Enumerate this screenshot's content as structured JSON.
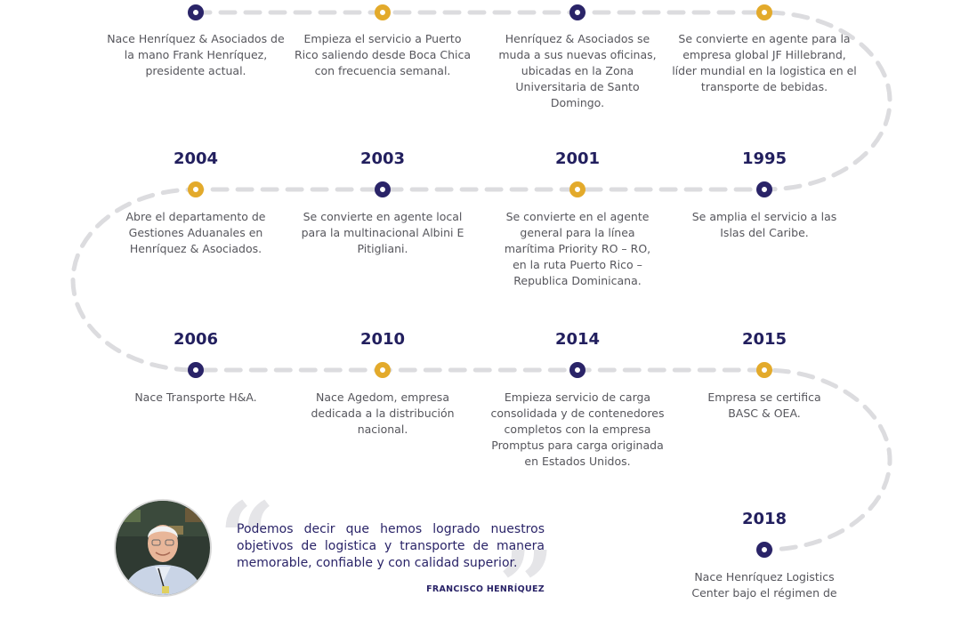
{
  "timeline": {
    "row1": [
      {
        "desc": "Nace Henríquez & Asociados de la mano Frank Henríquez, presidente actual.",
        "node_color": "#2a2468"
      },
      {
        "desc": "Empieza el servicio a Puerto Rico saliendo desde Boca Chica con frecuencia semanal.",
        "node_color": "#e3aa2b"
      },
      {
        "desc": "Henríquez & Asociados se muda a sus nuevas oficinas, ubicadas en la Zona Universitaria de Santo Domingo.",
        "node_color": "#2a2468"
      },
      {
        "desc": "Se convierte en agente para la empresa global JF Hillebrand, líder mundial en la logistica en el transporte de bebidas.",
        "node_color": "#e3aa2b"
      }
    ],
    "row2": [
      {
        "year": "2004",
        "desc": "Abre el departamento de Gestiones Aduanales en Henríquez & Asociados.",
        "node_color": "#e3aa2b"
      },
      {
        "year": "2003",
        "desc": "Se convierte en agente local para la multinacional Albini E Pitigliani.",
        "node_color": "#2a2468"
      },
      {
        "year": "2001",
        "desc": "Se convierte en el agente general para la línea marítima Priority RO – RO, en la ruta Puerto Rico – Republica Dominicana.",
        "node_color": "#e3aa2b"
      },
      {
        "year": "1995",
        "desc": "Se amplia el servicio a las Islas del Caribe.",
        "node_color": "#2a2468"
      }
    ],
    "row3": [
      {
        "year": "2006",
        "desc": "Nace Transporte H&A.",
        "node_color": "#2a2468"
      },
      {
        "year": "2010",
        "desc": "Nace Agedom, empresa dedicada a la distribución nacional.",
        "node_color": "#e3aa2b"
      },
      {
        "year": "2014",
        "desc": "Empieza servicio de carga consolidada y de contenedores completos con la empresa Promptus para carga originada en Estados Unidos.",
        "node_color": "#2a2468"
      },
      {
        "year": "2015",
        "desc": "Empresa se certifica BASC & OEA.",
        "node_color": "#e3aa2b"
      }
    ],
    "row4": [
      {
        "year": "2018",
        "desc": "Nace Henríquez Logistics Center bajo el régimen de",
        "node_color": "#2a2468"
      }
    ]
  },
  "quote": {
    "text": "Podemos decir que hemos logrado nuestros objetivos de logistica y transporte de manera memorable, confiable y con calidad superior.",
    "author": "FRANCISCO HENRÍQUEZ",
    "open_mark": "“",
    "close_mark": "”"
  },
  "colors": {
    "navy": "#2a2468",
    "gold": "#e3aa2b",
    "track": "#dcdcdf",
    "text": "#56565c"
  },
  "icons": [
    "person-photo",
    "quote-mark"
  ]
}
